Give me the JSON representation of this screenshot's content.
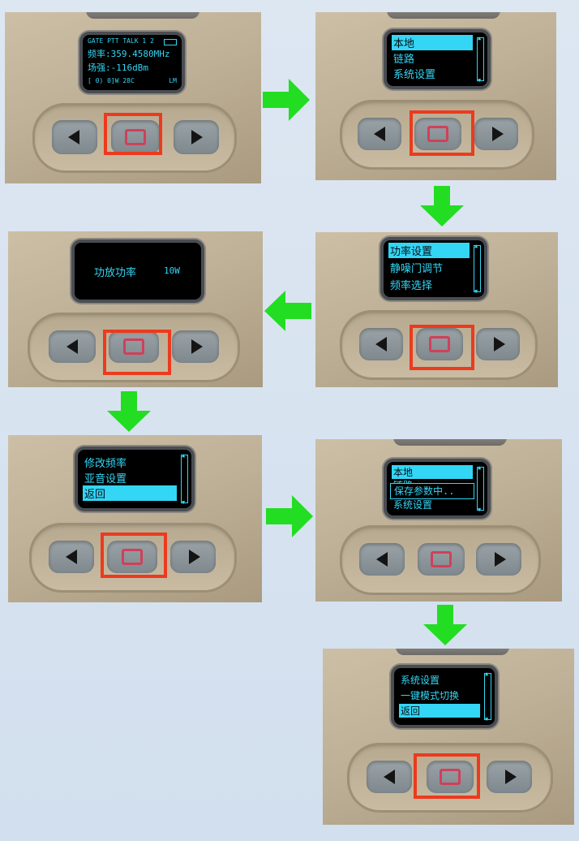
{
  "colors": {
    "screen_text": "#33d6f5",
    "highlight_box": "#ec3a1e",
    "arrow": "#22dd22"
  },
  "step1": {
    "status_line": "GATE PTT TALK 1 2",
    "freq": "频率:359.4580MHz",
    "field": "场强:-116dBm",
    "bottom_line": "[ 0) 0]W 28C",
    "bottom_right": "LM"
  },
  "step2": {
    "items": [
      "本地",
      "链路",
      "系统设置"
    ],
    "selected": 0
  },
  "step3": {
    "items": [
      "功率设置",
      "静噪门调节",
      "频率选择"
    ],
    "selected": 0
  },
  "step4": {
    "label": "功放功率",
    "value": "10W"
  },
  "step5": {
    "items": [
      "修改频率",
      "亚音设置",
      "返回"
    ],
    "selected": 2
  },
  "step6": {
    "items": [
      "本地",
      "链路",
      "系统设置"
    ],
    "popup": "保存参数中.."
  },
  "step7": {
    "items": [
      "系统设置",
      "一键模式切换",
      "返回"
    ],
    "selected": 2
  },
  "icons": {
    "battery": "battery-icon",
    "arrow": "green-arrow-icon"
  }
}
